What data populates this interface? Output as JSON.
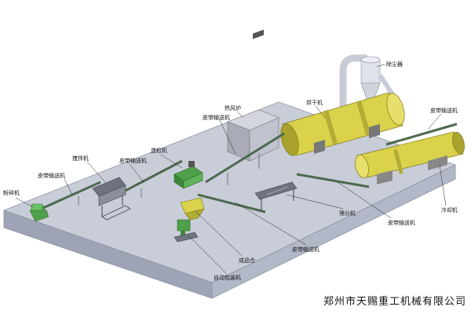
{
  "labels": {
    "crusher": "粉碎机",
    "conveyor_1": "皮带输送机",
    "mixer": "搅拌机",
    "conveyor_2": "皮带输送机",
    "granulator": "造粒机",
    "hot_air_furnace": "热风炉",
    "conveyor_3": "皮带输送机",
    "dust_collector": "除尘器",
    "dryer": "烘干机",
    "conveyor_4": "皮带输送机",
    "cooler": "冷却机",
    "screener": "筛分机",
    "conveyor_5": "皮带输送机",
    "conveyor_6": "皮带输送机",
    "finished_bin": "成品仓",
    "auto_packer": "自动包装机"
  },
  "company": "郑州市天赐重工机械有限公司",
  "colors": {
    "platform_top": "#c9cdd8",
    "platform_front": "#9ea4b6",
    "platform_side": "#b3b8c8",
    "drum": "#d9d24a",
    "drum_dark": "#a9a22c",
    "machine_green": "#4fa04a",
    "steel": "#6f7380",
    "belt": "#4b6a4f"
  }
}
